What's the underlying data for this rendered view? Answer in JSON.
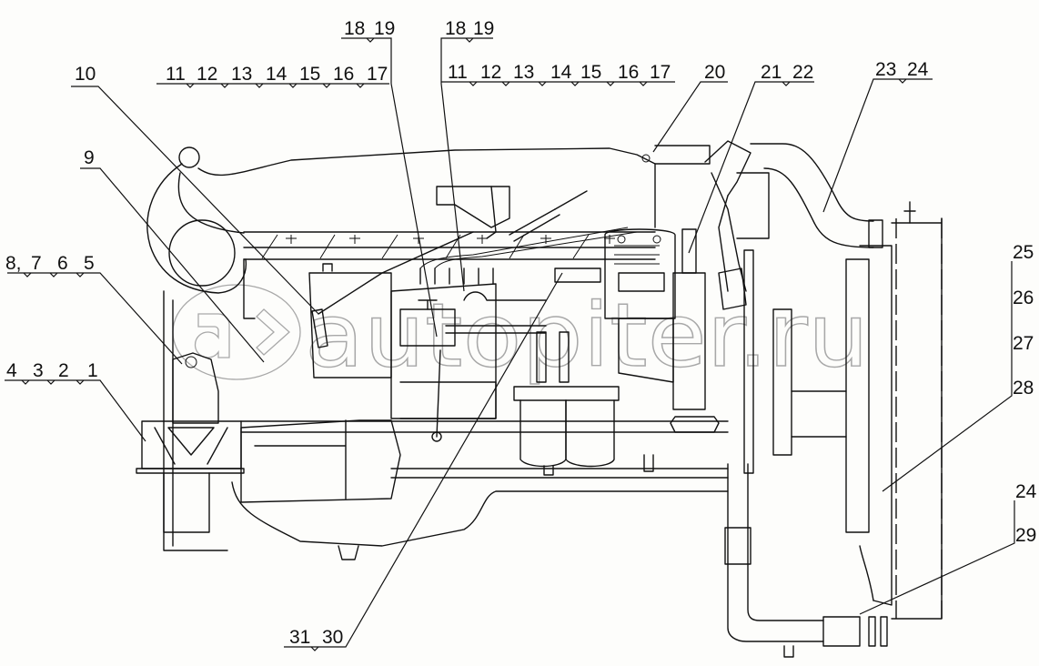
{
  "figure": {
    "type": "engine-side-view-exploded-callout-drawing",
    "watermark": {
      "logo_text": "a>",
      "site": "autopiter.ru"
    },
    "callout_groups": [
      {
        "id": "g-10",
        "numbers": [
          "10"
        ],
        "text": "10"
      },
      {
        "id": "g-9",
        "numbers": [
          "9"
        ],
        "text": "9"
      },
      {
        "id": "g-8765",
        "numbers": [
          "8",
          "7",
          "6",
          "5"
        ],
        "text": "8 7 6 5"
      },
      {
        "id": "g-4321",
        "numbers": [
          "4",
          "3",
          "2",
          "1"
        ],
        "text": "4 3 2 1"
      },
      {
        "id": "g-1117a",
        "numbers": [
          "11",
          "12",
          "13",
          "14",
          "15",
          "16",
          "17"
        ],
        "text": "11 12 13 14 15 16 17"
      },
      {
        "id": "g-1819a",
        "numbers": [
          "18",
          "19"
        ],
        "text": "18 19"
      },
      {
        "id": "g-1819b",
        "numbers": [
          "18",
          "19"
        ],
        "text": "18 19"
      },
      {
        "id": "g-1117b",
        "numbers": [
          "11",
          "12",
          "13",
          "14",
          "15",
          "16",
          "17"
        ],
        "text": "11 12 13 14 15 16 17"
      },
      {
        "id": "g-20",
        "numbers": [
          "20"
        ],
        "text": "20"
      },
      {
        "id": "g-2122",
        "numbers": [
          "21",
          "22"
        ],
        "text": "21 22"
      },
      {
        "id": "g-2324",
        "numbers": [
          "23",
          "24"
        ],
        "text": "23 24"
      },
      {
        "id": "g-25",
        "numbers": [
          "25"
        ],
        "text": "25"
      },
      {
        "id": "g-26",
        "numbers": [
          "26"
        ],
        "text": "26"
      },
      {
        "id": "g-27",
        "numbers": [
          "27"
        ],
        "text": "27"
      },
      {
        "id": "g-28",
        "numbers": [
          "28"
        ],
        "text": "28"
      },
      {
        "id": "g-24b",
        "numbers": [
          "24"
        ],
        "text": "24"
      },
      {
        "id": "g-29",
        "numbers": [
          "29"
        ],
        "text": "29"
      },
      {
        "id": "g-3130",
        "numbers": [
          "31",
          "30"
        ],
        "text": "31 30"
      }
    ],
    "labels": {
      "n1": "1",
      "n2": "2",
      "n3": "3",
      "n4": "4",
      "n5": "5",
      "n6": "6",
      "n7": "7",
      "n8": "8,",
      "n9": "9",
      "n10": "10",
      "a11": "11",
      "a12": "12",
      "a13": "13",
      "a14": "14",
      "a15": "15",
      "a16": "16",
      "a17": "17",
      "a18": "18",
      "a19": "19",
      "b18": "18",
      "b19": "19",
      "b11": "11",
      "b12": "12",
      "b13": "13",
      "b14": "14",
      "b15": "15",
      "b16": "16",
      "b17": "17",
      "n20": "20",
      "n21": "21",
      "n22": "22",
      "n23": "23",
      "n24": "24",
      "n25": "25",
      "n26": "26",
      "n27": "27",
      "n28": "28",
      "n24b": "24",
      "n29": "29",
      "n31": "31",
      "n30": "30"
    }
  }
}
